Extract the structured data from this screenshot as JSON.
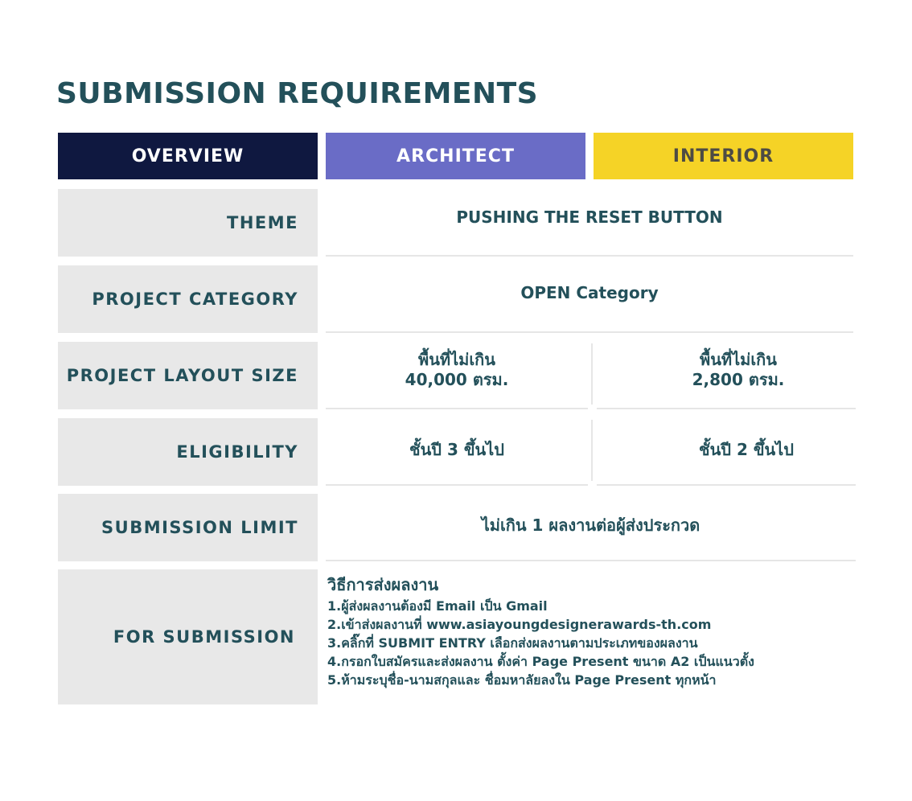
{
  "title": "SUBMISSION REQUIREMENTS",
  "tabs": {
    "overview": "OVERVIEW",
    "architect": "ARCHITECT",
    "interior": "INTERIOR"
  },
  "rows": {
    "theme": {
      "label": "THEME",
      "value": "PUSHING THE RESET BUTTON"
    },
    "project_category": {
      "label": "PROJECT CATEGORY",
      "value": "OPEN Category"
    },
    "project_layout_size": {
      "label": "PROJECT LAYOUT SIZE",
      "architect_line1": "พื้นที่ไม่เกิน",
      "architect_line2": "40,000 ตรม.",
      "interior_line1": "พื้นที่ไม่เกิน",
      "interior_line2": "2,800 ตรม."
    },
    "eligibility": {
      "label": "ELIGIBILITY",
      "architect": "ชั้นปี 3 ขึ้นไป",
      "interior": "ชั้นปี 2 ขึ้นไป"
    },
    "submission_limit": {
      "label": "SUBMISSION LIMIT",
      "value": "ไม่เกิน 1 ผลงานต่อผู้ส่งประกวด"
    },
    "for_submission": {
      "label": "FOR SUBMISSION",
      "heading": "วิธีการส่งผลงาน",
      "steps": [
        "1.ผู้ส่งผลงานต้องมี Email เป็น Gmail",
        "2.เข้าส่งผลงานที่ www.asiayoungdesignerawards-th.com",
        "3.คลิ๊กที่ SUBMIT ENTRY เลือกส่งผลงานตามประเภทของผลงาน",
        "4.กรอกใบสมัครและส่งผลงาน ตั้งค่า Page Present ขนาด A2 เป็นแนวตั้ง",
        "5.ห้ามระบุชื่อ-นามสกุลและ ชื่อมหาลัยลงใน Page Present ทุกหน้า"
      ]
    }
  },
  "colors": {
    "text": "#23505a",
    "overview_tab": "#0f1840",
    "architect_tab": "#6a6cc6",
    "interior_tab": "#f5d326",
    "label_bg": "#e8e8e8"
  }
}
